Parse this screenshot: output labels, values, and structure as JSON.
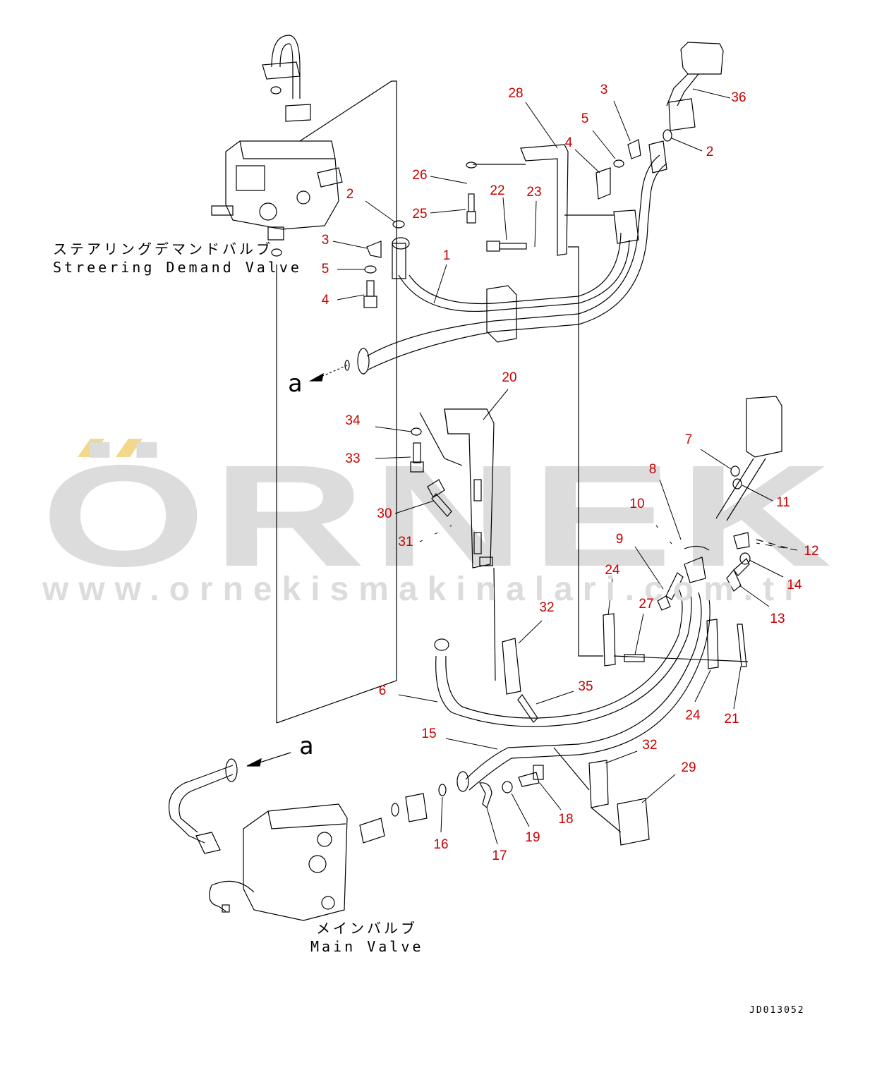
{
  "watermark": {
    "brand": "ÖRNEK",
    "url": "www.ornekismakinalari.com.tr"
  },
  "labels": {
    "steering_jp": "ステアリングデマンドバルブ",
    "steering_en": "Streering Demand Valve",
    "main_jp": "メインバルブ",
    "main_en": "Main Valve",
    "view_top": "a",
    "view_bottom": "a",
    "doc_id": "JD013052"
  },
  "callouts": [
    "28",
    "3",
    "36",
    "5",
    "4",
    "2",
    "26",
    "22",
    "23",
    "25",
    "2",
    "3",
    "1",
    "5",
    "4",
    "20",
    "34",
    "33",
    "7",
    "8",
    "11",
    "30",
    "10",
    "31",
    "9",
    "12",
    "24",
    "14",
    "13",
    "32",
    "27",
    "6",
    "35",
    "24",
    "21",
    "15",
    "32",
    "29",
    "16",
    "17",
    "19",
    "18"
  ],
  "colors": {
    "callout": "#c80000",
    "line": "#000000",
    "watermark": "#dcdcdc",
    "accent": "#f3d78a"
  }
}
